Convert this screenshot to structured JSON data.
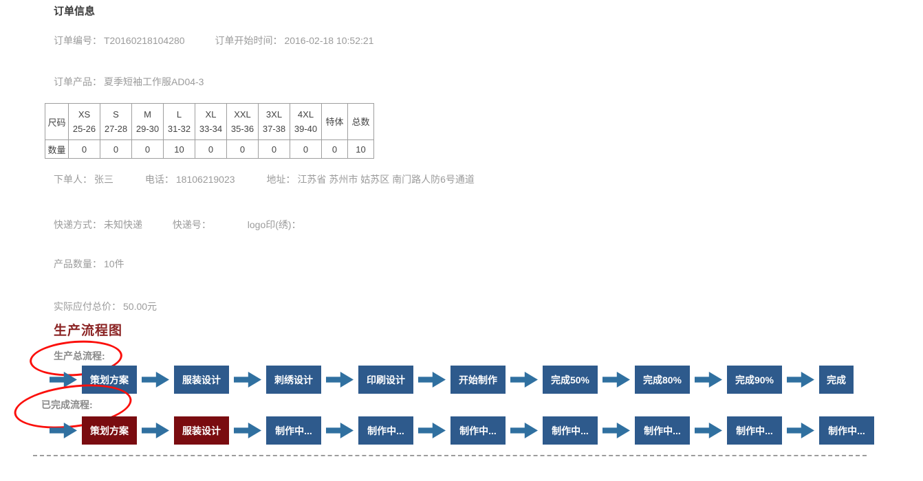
{
  "header": {
    "title": "订单信息"
  },
  "order_info": {
    "number_label": "订单编号：",
    "number": "T20160218104280",
    "start_label": "订单开始时间：",
    "start_time": "2016-02-18 10:52:21",
    "product_label": "订单产品：",
    "product": "夏季短袖工作服AD04-3"
  },
  "size_table": {
    "corner_label": "尺码",
    "qty_row_label": "数量",
    "columns": [
      {
        "name": "XS",
        "range": "25-26",
        "cls": ""
      },
      {
        "name": "S",
        "range": "27-28",
        "cls": ""
      },
      {
        "name": "M",
        "range": "29-30",
        "cls": ""
      },
      {
        "name": "L",
        "range": "31-32",
        "cls": ""
      },
      {
        "name": "XL",
        "range": "33-34",
        "cls": ""
      },
      {
        "name": "XXL",
        "range": "35-36",
        "cls": ""
      },
      {
        "name": "3XL",
        "range": "37-38",
        "cls": ""
      },
      {
        "name": "4XL",
        "range": "39-40",
        "cls": ""
      },
      {
        "name": "特体",
        "range": "",
        "cls": "plain"
      },
      {
        "name": "总数",
        "range": "",
        "cls": "plain"
      }
    ],
    "quantities": [
      {
        "v": "0",
        "cls": ""
      },
      {
        "v": "0",
        "cls": ""
      },
      {
        "v": "0",
        "cls": ""
      },
      {
        "v": "10",
        "cls": ""
      },
      {
        "v": "0",
        "cls": ""
      },
      {
        "v": "0",
        "cls": ""
      },
      {
        "v": "0",
        "cls": ""
      },
      {
        "v": "0",
        "cls": ""
      },
      {
        "v": "0",
        "cls": "plain"
      },
      {
        "v": "10",
        "cls": "plain"
      }
    ]
  },
  "buyer": {
    "name_label": "下单人：",
    "name": "张三",
    "phone_label": "电话：",
    "phone": "18106219023",
    "address_label": "地址：",
    "address": "江苏省 苏州市 姑苏区 南门路人防6号通道"
  },
  "shipping": {
    "method_label": "快递方式：",
    "method": "未知快递",
    "tracking_label": "快递号：",
    "tracking": "",
    "logo_label": "logo印(绣)：",
    "logo": ""
  },
  "summary": {
    "qty_label": "产品数量：",
    "qty": "10件",
    "price_label": "实际应付总价：",
    "price": "50.00元"
  },
  "flow": {
    "heading": "生产流程图",
    "total_label": "生产总流程:",
    "completed_label": "已完成流程:",
    "total_steps": [
      {
        "label": "策划方案",
        "state": ""
      },
      {
        "label": "服装设计",
        "state": ""
      },
      {
        "label": "刺绣设计",
        "state": ""
      },
      {
        "label": "印刷设计",
        "state": ""
      },
      {
        "label": "开始制作",
        "state": ""
      },
      {
        "label": "完成50%",
        "state": ""
      },
      {
        "label": "完成80%",
        "state": ""
      },
      {
        "label": "完成90%",
        "state": ""
      },
      {
        "label": "完成",
        "state": ""
      }
    ],
    "completed_steps": [
      {
        "label": "策划方案",
        "state": "done"
      },
      {
        "label": "服装设计",
        "state": "done"
      },
      {
        "label": "制作中...",
        "state": ""
      },
      {
        "label": "制作中...",
        "state": ""
      },
      {
        "label": "制作中...",
        "state": ""
      },
      {
        "label": "制作中...",
        "state": ""
      },
      {
        "label": "制作中...",
        "state": ""
      },
      {
        "label": "制作中...",
        "state": ""
      },
      {
        "label": "制作中...",
        "state": ""
      }
    ]
  },
  "colors": {
    "step_blue": "#2e5a8c",
    "step_done": "#7a0c10",
    "arrow_blue": "#3070a0",
    "heading_red": "#8b2424",
    "circle_red": "#fb100c",
    "body_text": "#9b9b9b",
    "table_text": "#444444",
    "table_border": "#9e9e9e"
  }
}
